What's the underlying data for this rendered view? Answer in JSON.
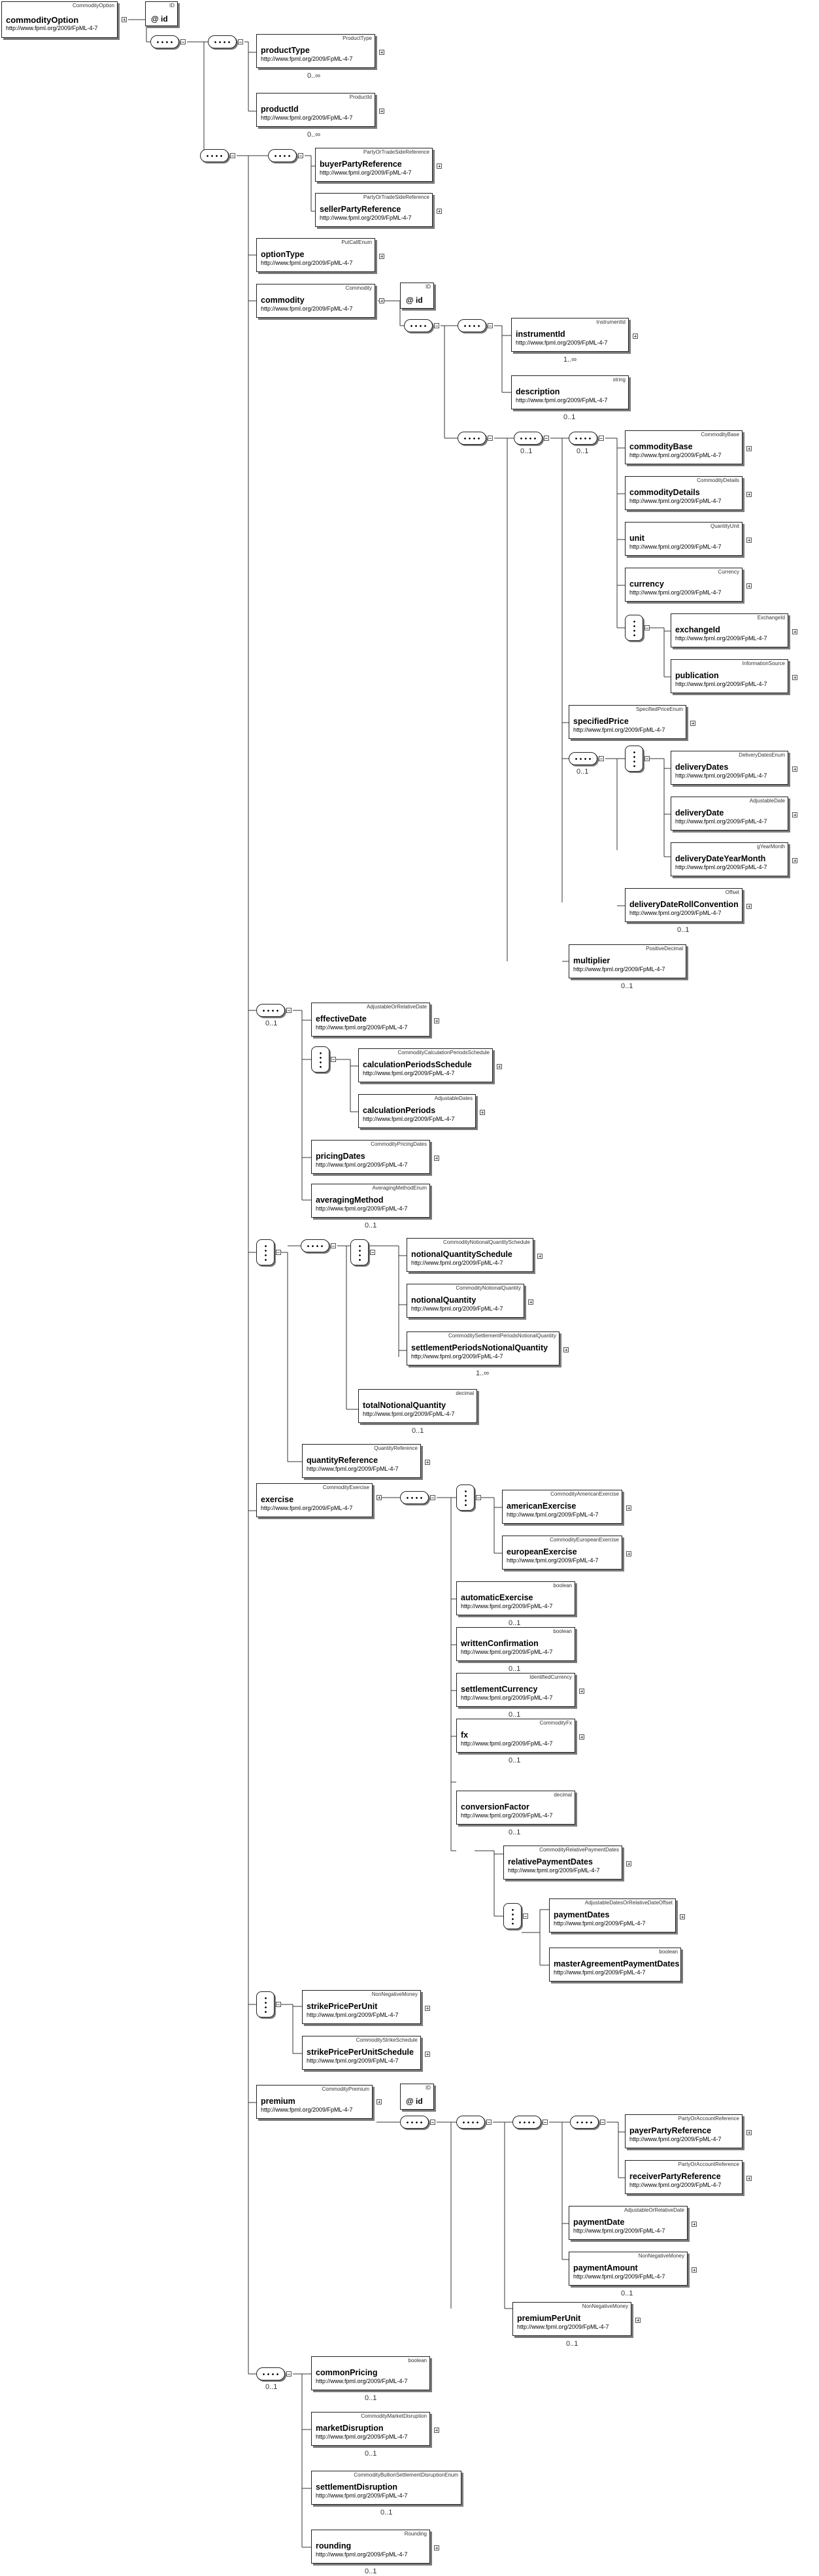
{
  "root": {
    "name": "commodityOption",
    "type": "CommodityOption",
    "ns": "http://www.fpml.org/2009/FpML-4-7"
  },
  "id_attr": {
    "name": "@ id",
    "type": "ID"
  },
  "elements": {
    "productType": {
      "name": "productType",
      "type": "ProductType",
      "ns": "http://www.fpml.org/2009/FpML-4-7",
      "card": "0..∞"
    },
    "productId": {
      "name": "productId",
      "type": "ProductId",
      "ns": "http://www.fpml.org/2009/FpML-4-7",
      "card": "0..∞"
    },
    "buyerPartyReference": {
      "name": "buyerPartyReference",
      "type": "PartyOrTradeSideReference",
      "ns": "http://www.fpml.org/2009/FpML-4-7"
    },
    "sellerPartyReference": {
      "name": "sellerPartyReference",
      "type": "PartyOrTradeSideReference",
      "ns": "http://www.fpml.org/2009/FpML-4-7"
    },
    "optionType": {
      "name": "optionType",
      "type": "PutCallEnum",
      "ns": "http://www.fpml.org/2009/FpML-4-7"
    },
    "commodity": {
      "name": "commodity",
      "type": "Commodity",
      "ns": "http://www.fpml.org/2009/FpML-4-7"
    },
    "commodity_id": {
      "name": "@ id",
      "type": "ID"
    },
    "instrumentId": {
      "name": "instrumentId",
      "type": "InstrumentId",
      "ns": "http://www.fpml.org/2009/FpML-4-7",
      "card": "1..∞"
    },
    "description": {
      "name": "description",
      "type": "string",
      "ns": "http://www.fpml.org/2009/FpML-4-7",
      "card": "0..1"
    },
    "commodityBase": {
      "name": "commodityBase",
      "type": "CommodityBase",
      "ns": "http://www.fpml.org/2009/FpML-4-7"
    },
    "commodityDetails": {
      "name": "commodityDetails",
      "type": "CommodityDetails",
      "ns": "http://www.fpml.org/2009/FpML-4-7"
    },
    "unit": {
      "name": "unit",
      "type": "QuantityUnit",
      "ns": "http://www.fpml.org/2009/FpML-4-7"
    },
    "currency": {
      "name": "currency",
      "type": "Currency",
      "ns": "http://www.fpml.org/2009/FpML-4-7"
    },
    "exchangeId": {
      "name": "exchangeId",
      "type": "ExchangeId",
      "ns": "http://www.fpml.org/2009/FpML-4-7"
    },
    "publication": {
      "name": "publication",
      "type": "InformationSource",
      "ns": "http://www.fpml.org/2009/FpML-4-7"
    },
    "specifiedPrice": {
      "name": "specifiedPrice",
      "type": "SpecifiedPriceEnum",
      "ns": "http://www.fpml.org/2009/FpML-4-7"
    },
    "deliveryDates": {
      "name": "deliveryDates",
      "type": "DeliveryDatesEnum",
      "ns": "http://www.fpml.org/2009/FpML-4-7"
    },
    "deliveryDate": {
      "name": "deliveryDate",
      "type": "AdjustableDate",
      "ns": "http://www.fpml.org/2009/FpML-4-7"
    },
    "deliveryDateYearMonth": {
      "name": "deliveryDateYearMonth",
      "type": "gYearMonth",
      "ns": "http://www.fpml.org/2009/FpML-4-7"
    },
    "deliveryDateRollConvention": {
      "name": "deliveryDateRollConvention",
      "type": "Offset",
      "ns": "http://www.fpml.org/2009/FpML-4-7",
      "card": "0..1"
    },
    "multiplier": {
      "name": "multiplier",
      "type": "PositiveDecimal",
      "ns": "http://www.fpml.org/2009/FpML-4-7",
      "card": "0..1"
    },
    "effectiveDate": {
      "name": "effectiveDate",
      "type": "AdjustableOrRelativeDate",
      "ns": "http://www.fpml.org/2009/FpML-4-7"
    },
    "calculationPeriodsSchedule": {
      "name": "calculationPeriodsSchedule",
      "type": "CommodityCalculationPeriodsSchedule",
      "ns": "http://www.fpml.org/2009/FpML-4-7"
    },
    "calculationPeriods": {
      "name": "calculationPeriods",
      "type": "AdjustableDates",
      "ns": "http://www.fpml.org/2009/FpML-4-7"
    },
    "pricingDates": {
      "name": "pricingDates",
      "type": "CommodityPricingDates",
      "ns": "http://www.fpml.org/2009/FpML-4-7"
    },
    "averagingMethod": {
      "name": "averagingMethod",
      "type": "AveragingMethodEnum",
      "ns": "http://www.fpml.org/2009/FpML-4-7",
      "card": "0..1"
    },
    "notionalQuantitySchedule": {
      "name": "notionalQuantitySchedule",
      "type": "CommodityNotionalQuantitySchedule",
      "ns": "http://www.fpml.org/2009/FpML-4-7"
    },
    "notionalQuantity": {
      "name": "notionalQuantity",
      "type": "CommodityNotionalQuantity",
      "ns": "http://www.fpml.org/2009/FpML-4-7"
    },
    "settlementPeriodsNotionalQuantity": {
      "name": "settlementPeriodsNotionalQuantity",
      "type": "CommoditySettlementPeriodsNotionalQuantity",
      "ns": "http://www.fpml.org/2009/FpML-4-7",
      "card": "1..∞"
    },
    "totalNotionalQuantity": {
      "name": "totalNotionalQuantity",
      "type": "decimal",
      "ns": "http://www.fpml.org/2009/FpML-4-7",
      "card": "0..1"
    },
    "quantityReference": {
      "name": "quantityReference",
      "type": "QuantityReference",
      "ns": "http://www.fpml.org/2009/FpML-4-7"
    },
    "exercise": {
      "name": "exercise",
      "type": "CommodityExercise",
      "ns": "http://www.fpml.org/2009/FpML-4-7"
    },
    "americanExercise": {
      "name": "americanExercise",
      "type": "CommodityAmericanExercise",
      "ns": "http://www.fpml.org/2009/FpML-4-7"
    },
    "europeanExercise": {
      "name": "europeanExercise",
      "type": "CommodityEuropeanExercise",
      "ns": "http://www.fpml.org/2009/FpML-4-7"
    },
    "automaticExercise": {
      "name": "automaticExercise",
      "type": "boolean",
      "ns": "http://www.fpml.org/2009/FpML-4-7",
      "card": "0..1"
    },
    "writtenConfirmation": {
      "name": "writtenConfirmation",
      "type": "boolean",
      "ns": "http://www.fpml.org/2009/FpML-4-7",
      "card": "0..1"
    },
    "settlementCurrency": {
      "name": "settlementCurrency",
      "type": "IdentifiedCurrency",
      "ns": "http://www.fpml.org/2009/FpML-4-7",
      "card": "0..1"
    },
    "fx": {
      "name": "fx",
      "type": "CommodityFx",
      "ns": "http://www.fpml.org/2009/FpML-4-7",
      "card": "0..1"
    },
    "conversionFactor": {
      "name": "conversionFactor",
      "type": "decimal",
      "ns": "http://www.fpml.org/2009/FpML-4-7",
      "card": "0..1"
    },
    "relativePaymentDates": {
      "name": "relativePaymentDates",
      "type": "CommodityRelativePaymentDates",
      "ns": "http://www.fpml.org/2009/FpML-4-7"
    },
    "paymentDates": {
      "name": "paymentDates",
      "type": "AdjustableDatesOrRelativeDateOffset",
      "ns": "http://www.fpml.org/2009/FpML-4-7"
    },
    "masterAgreementPaymentDates": {
      "name": "masterAgreementPaymentDates",
      "type": "boolean",
      "ns": "http://www.fpml.org/2009/FpML-4-7"
    },
    "strikePricePerUnit": {
      "name": "strikePricePerUnit",
      "type": "NonNegativeMoney",
      "ns": "http://www.fpml.org/2009/FpML-4-7"
    },
    "strikePricePerUnitSchedule": {
      "name": "strikePricePerUnitSchedule",
      "type": "CommodityStrikeSchedule",
      "ns": "http://www.fpml.org/2009/FpML-4-7"
    },
    "premium": {
      "name": "premium",
      "type": "CommodityPremium",
      "ns": "http://www.fpml.org/2009/FpML-4-7"
    },
    "premium_id": {
      "name": "@ id",
      "type": "ID"
    },
    "payerPartyReference": {
      "name": "payerPartyReference",
      "type": "PartyOrAccountReference",
      "ns": "http://www.fpml.org/2009/FpML-4-7"
    },
    "receiverPartyReference": {
      "name": "receiverPartyReference",
      "type": "PartyOrAccountReference",
      "ns": "http://www.fpml.org/2009/FpML-4-7"
    },
    "paymentDate": {
      "name": "paymentDate",
      "type": "AdjustableOrRelativeDate",
      "ns": "http://www.fpml.org/2009/FpML-4-7"
    },
    "paymentAmount": {
      "name": "paymentAmount",
      "type": "NonNegativeMoney",
      "ns": "http://www.fpml.org/2009/FpML-4-7",
      "card": "0..1"
    },
    "premiumPerUnit": {
      "name": "premiumPerUnit",
      "type": "NonNegativeMoney",
      "ns": "http://www.fpml.org/2009/FpML-4-7",
      "card": "0..1"
    },
    "commonPricing": {
      "name": "commonPricing",
      "type": "boolean",
      "ns": "http://www.fpml.org/2009/FpML-4-7",
      "card": "0..1"
    },
    "marketDisruption": {
      "name": "marketDisruption",
      "type": "CommodityMarketDisruption",
      "ns": "http://www.fpml.org/2009/FpML-4-7",
      "card": "0..1"
    },
    "settlementDisruption": {
      "name": "settlementDisruption",
      "type": "CommodityBullionSettlementDisruptionEnum",
      "ns": "http://www.fpml.org/2009/FpML-4-7",
      "card": "0..1"
    },
    "rounding": {
      "name": "rounding",
      "type": "Rounding",
      "ns": "http://www.fpml.org/2009/FpML-4-7",
      "card": "0..1"
    }
  },
  "compositors": {
    "seq_group_optional": {
      "card": "0..1"
    },
    "seq_description": {
      "card": "0..1"
    },
    "seq_effective": {
      "card": "0..1"
    },
    "seq_delivery": {
      "card": "0..1"
    },
    "seq_tail": {
      "card": "0..1"
    }
  }
}
